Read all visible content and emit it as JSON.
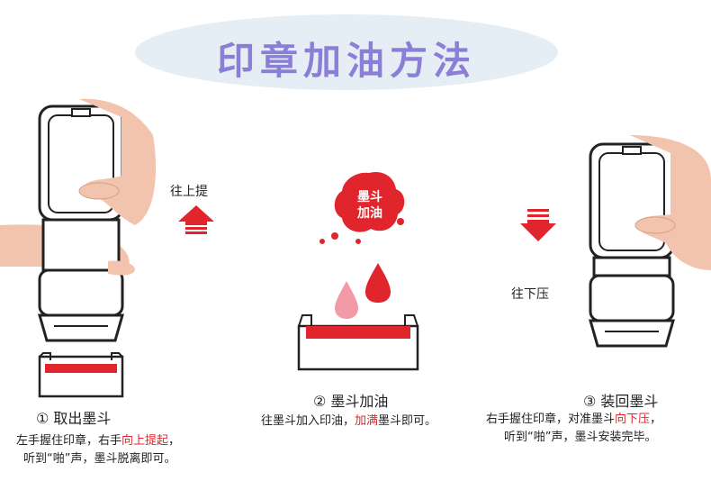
{
  "title": "印章加油方法",
  "arrows": {
    "up_label": "往上提",
    "down_label": "往下压"
  },
  "badge": {
    "line1": "墨斗",
    "line2": "加油"
  },
  "steps": [
    {
      "title": "① 取出墨斗",
      "desc_line1_pre": "左手握住印章，右手",
      "desc_line1_red": "向上提起",
      "desc_line1_post": "，",
      "desc_line2": "听到“啪”声，墨斗脱离即可。"
    },
    {
      "title": "② 墨斗加油",
      "desc_pre": "往墨斗加入印油，",
      "desc_red": "加满",
      "desc_post": "墨斗即可。"
    },
    {
      "title": "③ 装回墨斗",
      "desc_line1_pre": "右手握住印章，对准墨斗",
      "desc_line1_red": "向下压",
      "desc_line1_post": "，",
      "desc_line2": "听到“啪”声，墨斗安装完毕。"
    }
  ],
  "colors": {
    "title": "#8a7fd6",
    "title_bg": "#e6eef5",
    "accent_red": "#e0262c",
    "skin": "#f2c3ad",
    "ink_pink": "#f29aa6"
  }
}
